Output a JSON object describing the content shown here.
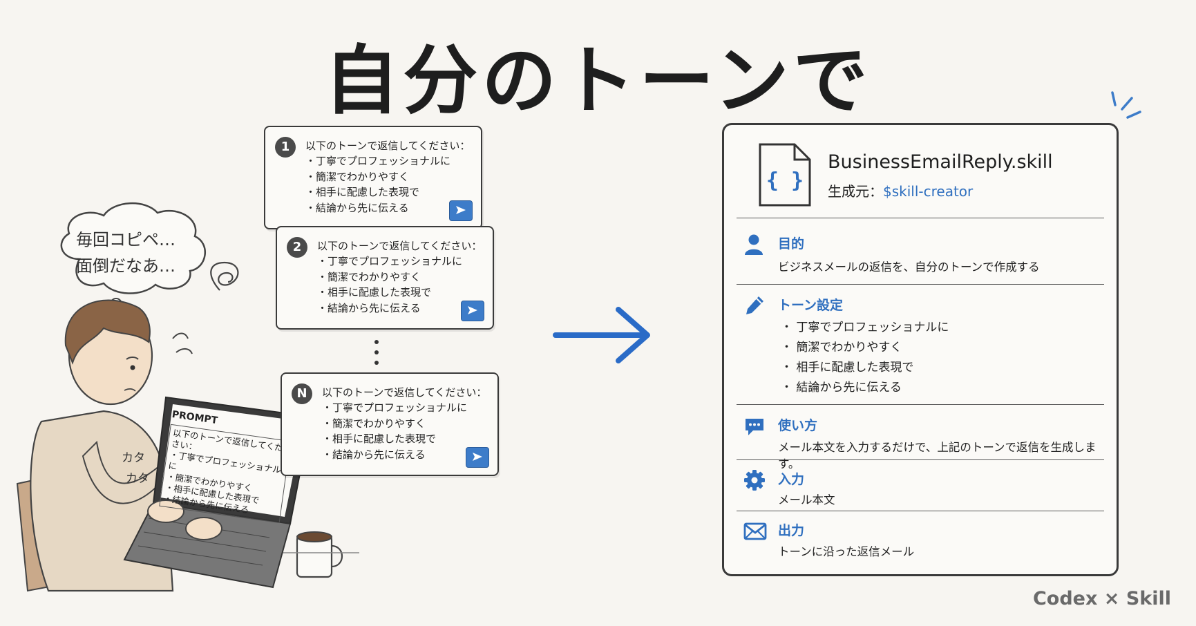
{
  "title": "自分のトーンで",
  "thought_bubble": {
    "line1": "毎回コピペ…",
    "line2": "面倒だなあ…"
  },
  "laptop": {
    "header": "PROMPT",
    "lines": [
      "以下のトーンで返信してください：",
      "・丁寧でプロフェッショナルに",
      "・簡潔でわかりやすく",
      "・相手に配慮した表現で",
      "・結論から先に伝える"
    ],
    "kata1": "カタ",
    "kata2": "カタ"
  },
  "prompt_cards": [
    {
      "badge": "1",
      "heading": "以下のトーンで返信してください：",
      "items": [
        "丁寧でプロフェッショナルに",
        "簡潔でわかりやすく",
        "相手に配慮した表現で",
        "結論から先に伝える"
      ]
    },
    {
      "badge": "2",
      "heading": "以下のトーンで返信してください：",
      "items": [
        "丁寧でプロフェッショナルに",
        "簡潔でわかりやすく",
        "相手に配慮した表現で",
        "結論から先に伝える"
      ]
    },
    {
      "badge": "N",
      "heading": "以下のトーンで返信してください：",
      "items": [
        "丁寧でプロフェッショナルに",
        "簡潔でわかりやすく",
        "相手に配慮した表現で",
        "結論から先に伝える"
      ]
    }
  ],
  "skill": {
    "filename": "BusinessEmailReply.skill",
    "generator_label": "生成元：",
    "generator_value": "$skill-creator",
    "purpose": {
      "title": "目的",
      "text": "ビジネスメールの返信を、自分のトーンで作成する"
    },
    "tone": {
      "title": "トーン設定",
      "items": [
        "丁寧でプロフェッショナルに",
        "簡潔でわかりやすく",
        "相手に配慮した表現で",
        "結論から先に伝える"
      ]
    },
    "usage": {
      "title": "使い方",
      "text": "メール本文を入力するだけで、上記のトーンで返信を生成します。"
    },
    "input": {
      "title": "入力",
      "text": "メール本文"
    },
    "output": {
      "title": "出力",
      "text": "トーンに沿った返信メール"
    }
  },
  "footer": "Codex × Skill",
  "colors": {
    "accent": "#2f6fbf",
    "send_button": "#3d7cc9",
    "ink": "#3a3a3a",
    "background": "#f7f5f1"
  }
}
